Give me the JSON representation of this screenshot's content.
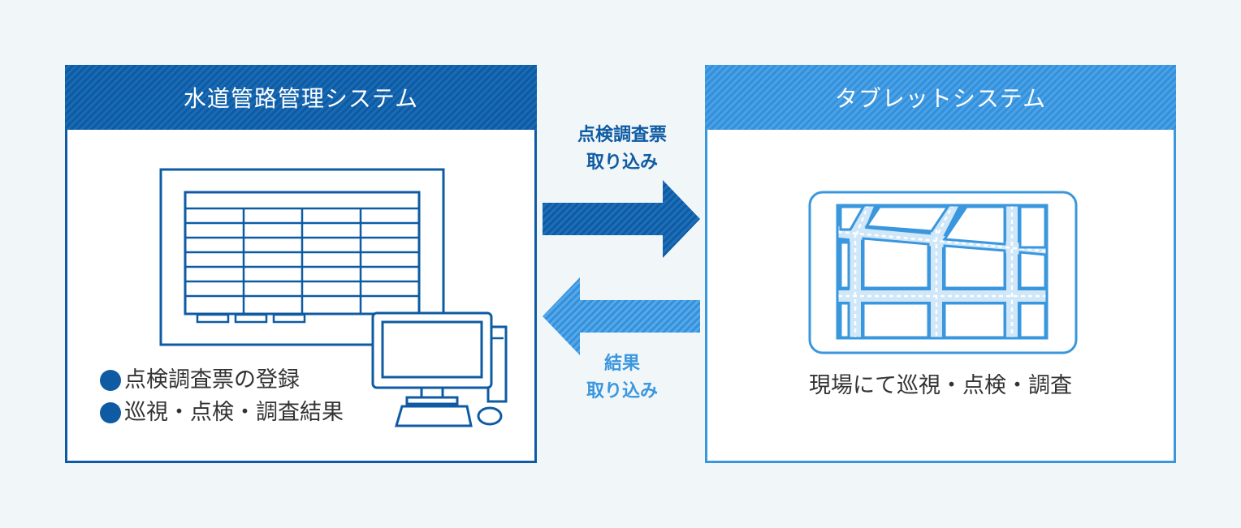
{
  "left_system": {
    "title": "水道管路管理システム",
    "items": [
      "点検調査票の登録",
      "巡視・点検・調査結果"
    ]
  },
  "right_system": {
    "title": "タブレットシステム",
    "caption": "現場にて巡視・点検・調査"
  },
  "arrows": {
    "to_tablet": {
      "line1": "点検調査票",
      "line2": "取り込み"
    },
    "to_system": {
      "line1": "結果",
      "line2": "取り込み"
    }
  },
  "colors": {
    "dark_blue": "#0e5ba3",
    "light_blue": "#3a97de",
    "background": "#f1f6f9"
  },
  "icons": [
    "spreadsheet-icon",
    "desktop-computer-icon",
    "tablet-map-icon"
  ]
}
